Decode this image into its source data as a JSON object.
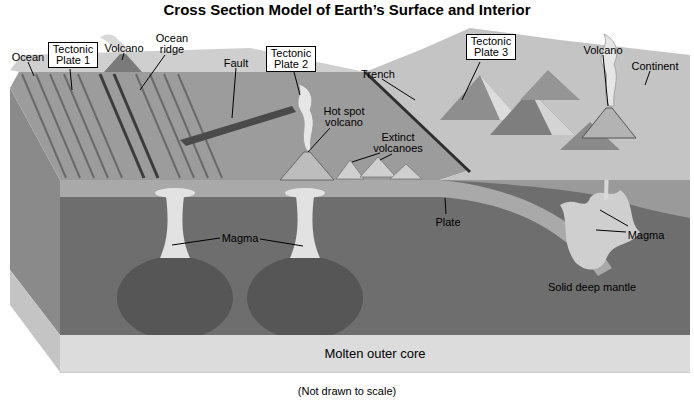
{
  "diagram": {
    "title": "Cross Section Model of Earth’s Surface and Interior",
    "caption": "(Not drawn to scale)",
    "nodes": [
      {
        "text": [
          "Tectonic Plate 1"
        ]
      },
      {
        "text": [
          "Tectonic Plate 2"
        ]
      },
      {
        "text": [
          "Tectonic Plate 3"
        ]
      },
      {
        "text": [
          "Molten outer core"
        ]
      }
    ],
    "labels": [
      "Ocean",
      "Volcano",
      "Ocean ridge",
      "Fault",
      "Trench",
      "Volcano",
      "Continent",
      "Hot spot volcano",
      "Extinct volcanoes",
      "Magma",
      "Plate",
      "Magma",
      "Solid deep mantle"
    ]
  }
}
